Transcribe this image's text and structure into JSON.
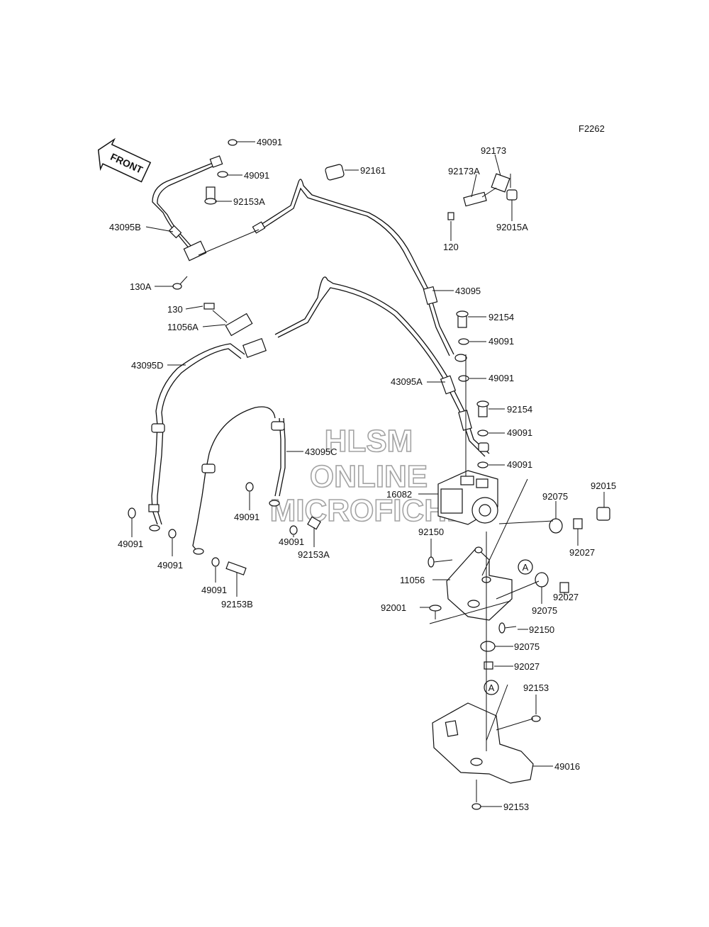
{
  "figure_code": "F2262",
  "front_label": "FRONT",
  "watermark": {
    "line1": "HLSM",
    "line2": "ONLINE",
    "line3": "MICROFICHE"
  },
  "ref_mark": "A",
  "labels": {
    "p49091_a": "49091",
    "p49091_b": "49091",
    "p92161": "92161",
    "p92173": "92173",
    "p92173A": "92173A",
    "p92153A_top": "92153A",
    "p43095B": "43095B",
    "p92015A": "92015A",
    "p120": "120",
    "p130A": "130A",
    "p43095": "43095",
    "p130": "130",
    "p92154_a": "92154",
    "p11056A": "11056A",
    "p49091_c": "49091",
    "p43095D": "43095D",
    "p49091_d": "49091",
    "p43095A": "43095A",
    "p92154_b": "92154",
    "p49091_e": "49091",
    "p43095C": "43095C",
    "p49091_f": "49091",
    "p92015": "92015",
    "p16082": "16082",
    "p92075_a": "92075",
    "p49091_g": "49091",
    "p49091_h": "49091",
    "p92150_a": "92150",
    "p92027_a": "92027",
    "p49091_i": "49091",
    "p92153A_bot": "92153A",
    "p49091_j": "49091",
    "p49091_k": "49091",
    "p11056": "11056",
    "p92027_b": "92027",
    "p92153B": "92153B",
    "p92001": "92001",
    "p92075_b": "92075",
    "p92150_b": "92150",
    "p92075_c": "92075",
    "p92027_c": "92027",
    "p92153_a": "92153",
    "p49016": "49016",
    "p92153_b": "92153"
  }
}
